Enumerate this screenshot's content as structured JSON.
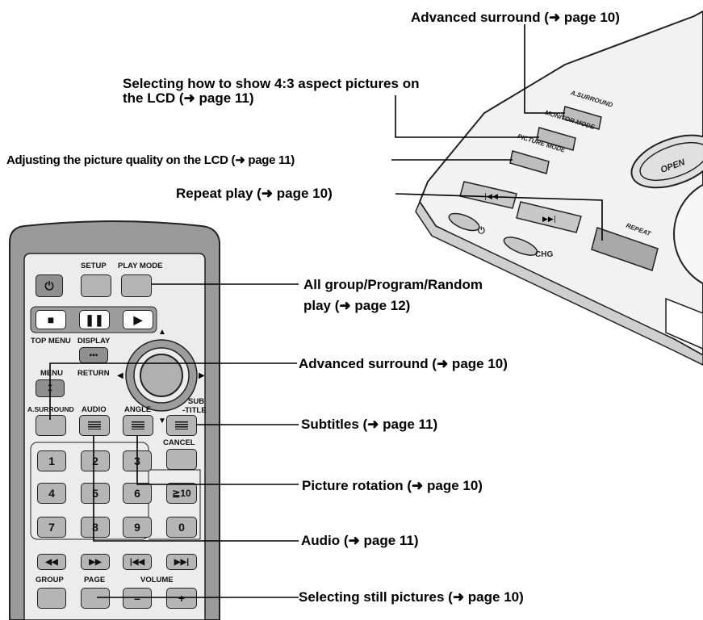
{
  "labels": {
    "adv_surround_top": "Advanced surround (➜ page 10)",
    "aspect_line1": "Selecting how to show 4:3 aspect pictures on",
    "aspect_line2": "the LCD (➜ page 11)",
    "picture_quality": "Adjusting the picture quality on the LCD (➜ page 11)",
    "repeat": "Repeat play (➜ page 10)",
    "all_group_line1": "All group/Program/Random",
    "all_group_line2": "play (➜ page 12)",
    "adv_surround_remote": "Advanced surround (➜ page 10)",
    "subtitles": "Subtitles (➜ page 11)",
    "rotation": "Picture rotation (➜ page 10)",
    "audio": "Audio (➜ page 11)",
    "still": "Selecting still pictures (➜ page 10)"
  },
  "device": {
    "a_surround": "A.SURROUND",
    "monitor_mode": "MONITOR MODE",
    "picture_mode": "PICTURE MODE",
    "open": "OPEN",
    "repeat": "REPEAT",
    "chg": "CHG"
  },
  "remote": {
    "setup": "SETUP",
    "play_mode": "PLAY MODE",
    "top_menu": "TOP MENU",
    "display": "DISPLAY",
    "menu": "MENU",
    "return": "RETURN",
    "a_surround": "A.SURROUND",
    "audio": "AUDIO",
    "angle": "ANGLE",
    "sub": "SUB",
    "title": "-TITLE",
    "cancel": "CANCEL",
    "keys": [
      "1",
      "2",
      "3",
      "4",
      "5",
      "6",
      "≧10",
      "7",
      "8",
      "9",
      "0"
    ],
    "group": "GROUP",
    "page": "PAGE",
    "volume": "VOLUME",
    "vol_minus": "–",
    "vol_plus": "+"
  },
  "colors": {
    "remote_body": "#9a9a9a",
    "button": "#b5b5b5",
    "device": "#e8e8e8"
  }
}
